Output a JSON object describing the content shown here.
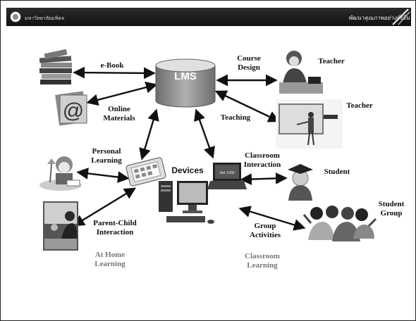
{
  "header": {
    "left_text": "มหาวิทยาลัยมหิดล",
    "right_text": "พัฒนาคุณภาพอย่างยั่งยืน"
  },
  "center": {
    "lms": "LMS",
    "devices": "Devices"
  },
  "labels": {
    "ebook": "e-Book",
    "online_materials": "Online\nMaterials",
    "course_design": "Course\nDesign",
    "teacher_top": "Teacher",
    "teaching": "Teaching",
    "teacher_board": "Teacher",
    "personal_learning": "Personal\nLearning",
    "classroom_interaction": "Classroom\nInteraction",
    "student": "Student",
    "parent_child": "Parent-Child\nInteraction",
    "group_activities": "Group\nActivities",
    "student_group": "Student\nGroup",
    "laptop_screen": "Ask 1000"
  },
  "footer": {
    "at_home": "At Home\nLearning",
    "classroom": "Classroom\nLearning"
  },
  "colors": {
    "bar": "#1a1a1a",
    "arrow": "#111111",
    "lms_top": "#e0e0e0",
    "lms_body": "#8c8c8c"
  },
  "icons": [
    "books-icon",
    "at-sign-icon",
    "teacher-desk-icon",
    "whiteboard-teacher-icon",
    "child-reading-icon",
    "tablet-icon",
    "desktop-computer-icon",
    "laptop-icon",
    "graduate-student-icon",
    "parent-child-photo-icon",
    "student-group-icon",
    "logo-seal-icon"
  ]
}
